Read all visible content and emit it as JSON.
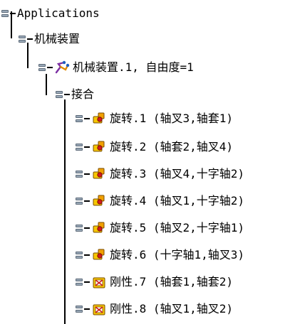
{
  "tree": {
    "root": {
      "label": "Applications"
    },
    "mechanism_device": {
      "label": "机械装置"
    },
    "mechanism_instance": {
      "label": "机械装置.1, 自由度=1"
    },
    "joints_group": {
      "label": "接合"
    },
    "joints": [
      {
        "label": "旋转.1 (轴叉3,轴套1)",
        "icon": "revolute-joint-icon"
      },
      {
        "label": "旋转.2 (轴套2,轴叉4)",
        "icon": "revolute-joint-icon"
      },
      {
        "label": "旋转.3 (轴叉4,十字轴2)",
        "icon": "revolute-joint-icon"
      },
      {
        "label": "旋转.4 (轴叉1,十字轴2)",
        "icon": "revolute-joint-icon"
      },
      {
        "label": "旋转.5 (轴叉2,十字轴1)",
        "icon": "revolute-joint-icon"
      },
      {
        "label": "旋转.6 (十字轴1,轴叉3)",
        "icon": "revolute-joint-icon"
      },
      {
        "label": "刚性.7 (轴套1,轴套2)",
        "icon": "rigid-joint-icon"
      },
      {
        "label": "刚性.8 (轴叉1,轴叉2)",
        "icon": "rigid-joint-icon"
      }
    ]
  }
}
